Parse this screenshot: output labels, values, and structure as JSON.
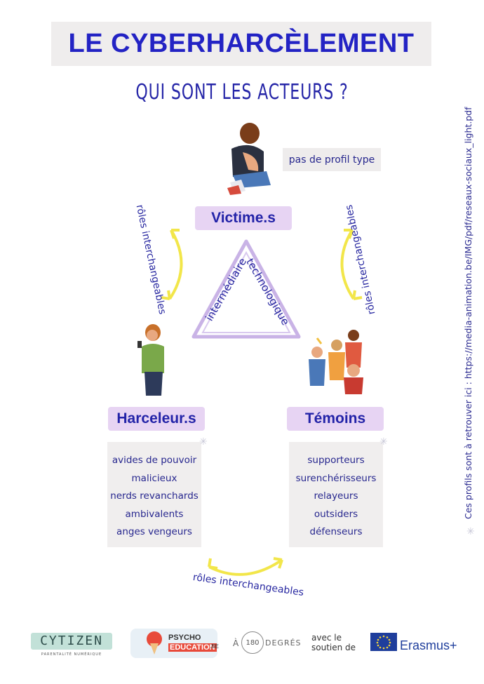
{
  "header": {
    "title": "LE CYBERHARCÈLEMENT",
    "subtitle": "QUI SONT LES ACTEURS ?"
  },
  "victim": {
    "label": "Victime.s",
    "note": "pas de profil type"
  },
  "harasser": {
    "label": "Harceleur.s",
    "items": [
      "avides de pouvoir",
      "malicieux",
      "nerds revanchards",
      "ambivalents",
      "anges vengeurs"
    ]
  },
  "witnesses": {
    "label": "Témoins",
    "items": [
      "supporteurs",
      "surenchérisseurs",
      "relayeurs",
      "outsiders",
      "défenseurs"
    ]
  },
  "triangle": {
    "left_text": "intermédiaire",
    "right_text": "technologique"
  },
  "arrows": {
    "left": "rôles interchangeables",
    "right": "rôles interchangeables",
    "bottom": "rôles interchangeables"
  },
  "source_note": "Ces profils sont à retrouver ici : https://media-animation.be/IMG/pdf/reseaux-sociaux_light.pdf",
  "footer": {
    "logo_cytizen": "CYTIZEN",
    "logo_cytizen_tag": "PARENTALITÉ NUMÉRIQUE",
    "logo_psycho_1": "PSYCHO",
    "logo_psycho_2": "EDUCATION",
    "logo_psycho_3": ".BE",
    "logo_180": "180",
    "logo_180_a": "À",
    "logo_180_b": "DEGRÉS",
    "support_line1": "avec le",
    "support_line2": "soutien de",
    "erasmus": "Erasmus+"
  },
  "colors": {
    "title_blue": "#2323c4",
    "brush_purple": "#e7d4f3",
    "arrow_yellow": "#f2e64a",
    "triangle_purple": "#c9b3e6",
    "box_grey": "#f0eeee"
  }
}
